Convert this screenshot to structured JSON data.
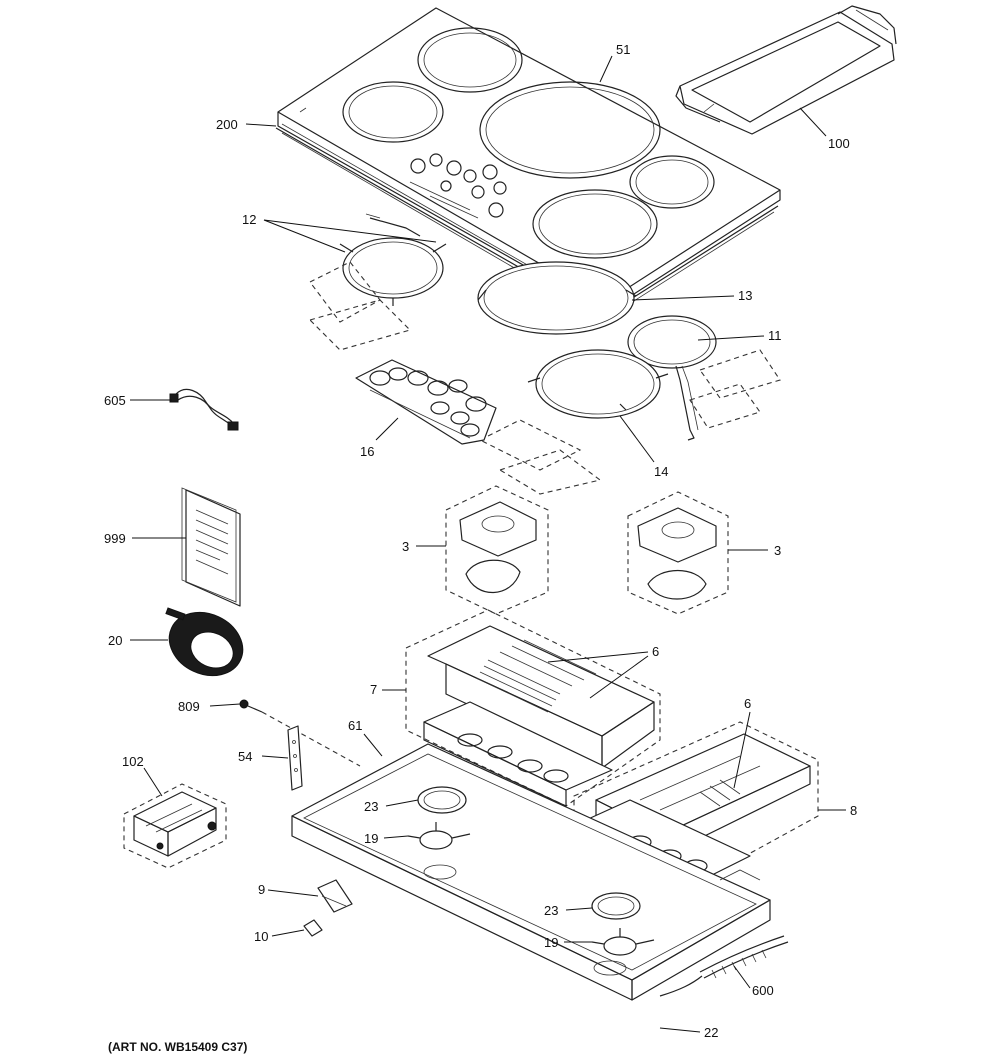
{
  "diagram": {
    "caption": "(ART NO. WB15409 C37)",
    "labels": {
      "l51": "51",
      "l100": "100",
      "l200": "200",
      "l12": "12",
      "l13": "13",
      "l11": "11",
      "l605": "605",
      "l16": "16",
      "l14": "14",
      "l999": "999",
      "l3a": "3",
      "l3b": "3",
      "l20": "20",
      "l6a": "6",
      "l6b": "6",
      "l7": "7",
      "l809": "809",
      "l61": "61",
      "l54": "54",
      "l102": "102",
      "l23a": "23",
      "l19a": "19",
      "l8": "8",
      "l9": "9",
      "l10": "10",
      "l23b": "23",
      "l19b": "19",
      "l600": "600",
      "l22": "22"
    }
  }
}
